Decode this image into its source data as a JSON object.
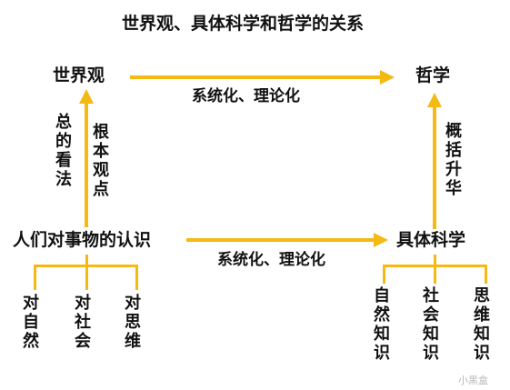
{
  "title": "世界观、具体科学和哲学的关系",
  "nodes": {
    "worldview": "世界观",
    "philosophy": "哲学",
    "cognition": "人们对事物的认识",
    "science": "具体科学"
  },
  "edge_labels": {
    "top": "系统化、理论化",
    "middle": "系统化、理论化",
    "left_outer": "总的看法",
    "left_inner": "根本观点",
    "right": "概括升华"
  },
  "left_branches": [
    "对自然",
    "对社会",
    "对思维"
  ],
  "right_branches": [
    "自然知识",
    "社会知识",
    "思维知识"
  ],
  "watermark": "小黑盒",
  "colors": {
    "arrow": "#F5B914",
    "text": "#111111"
  }
}
